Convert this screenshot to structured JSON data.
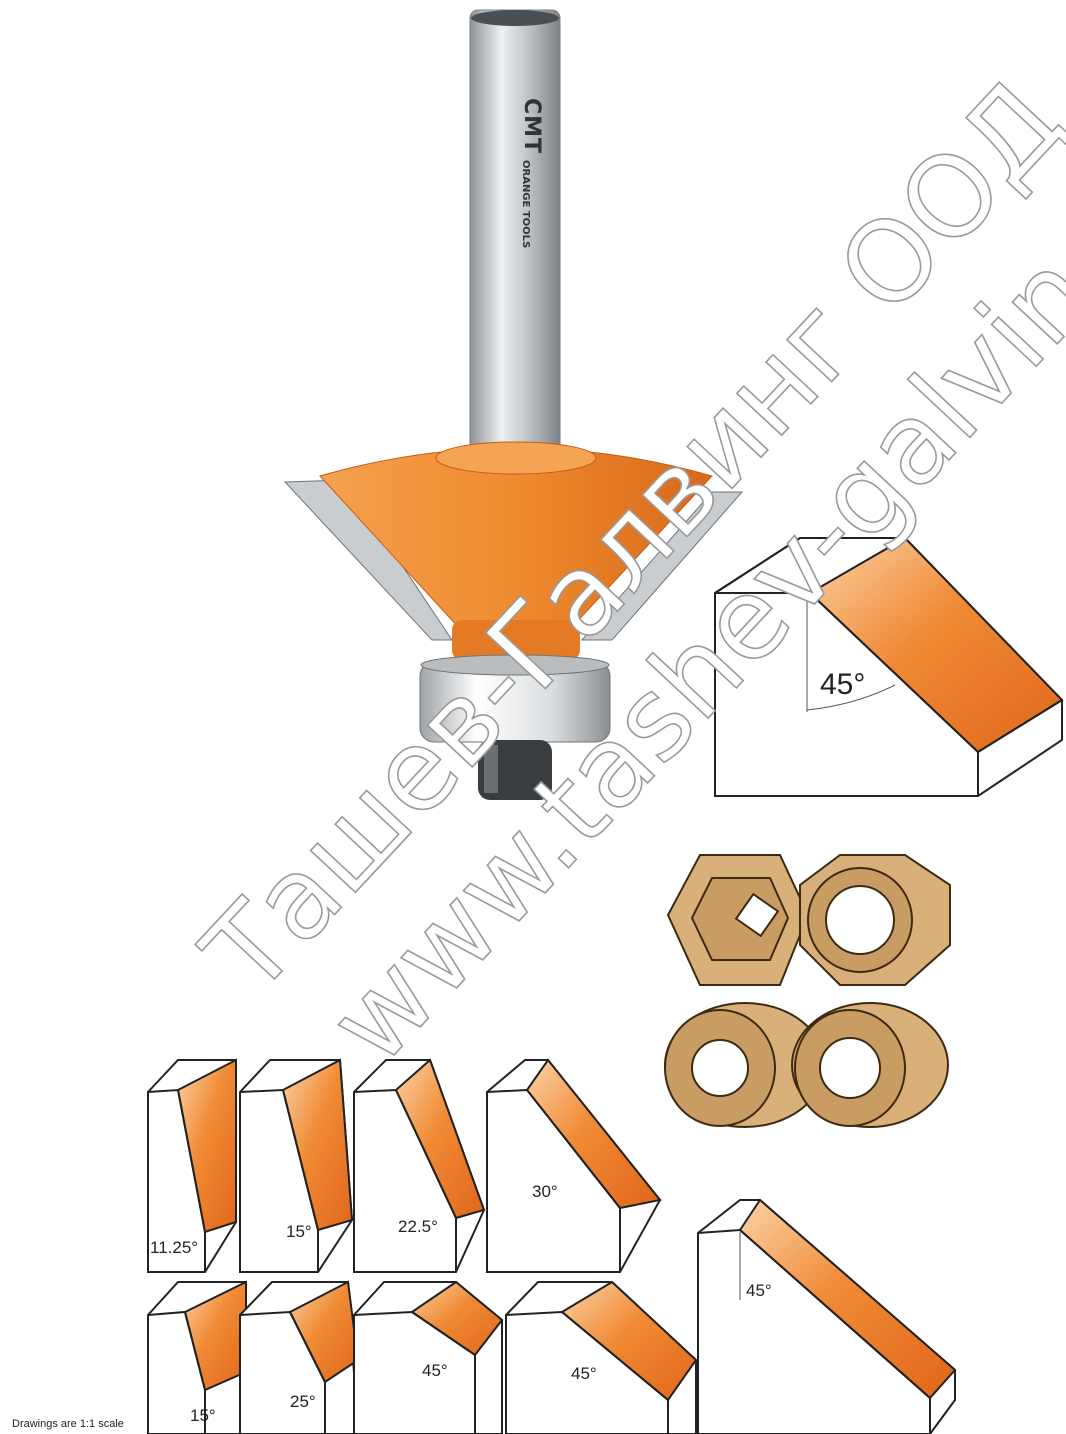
{
  "brand": {
    "logo_text": "CMT",
    "logo_sub": "ORANGE TOOLS"
  },
  "colors": {
    "orange": "#ef8a2e",
    "orange_dark": "#d8691a",
    "wood": "#d9b07a",
    "steel": "#b7bcc0"
  },
  "main_detail": {
    "angle_label": "45°"
  },
  "small_details_row1": [
    "11.25°",
    "15°",
    "22.5°",
    "30°"
  ],
  "small_details_row2": [
    "15°",
    "25°",
    "45°",
    "45°"
  ],
  "large_detail": {
    "angle_label": "45°"
  },
  "watermark": {
    "line1": "Ташев-Галвинг ООД",
    "line2": "www.tashev-galving.com"
  },
  "footnote": "Drawings are 1:1 scale"
}
